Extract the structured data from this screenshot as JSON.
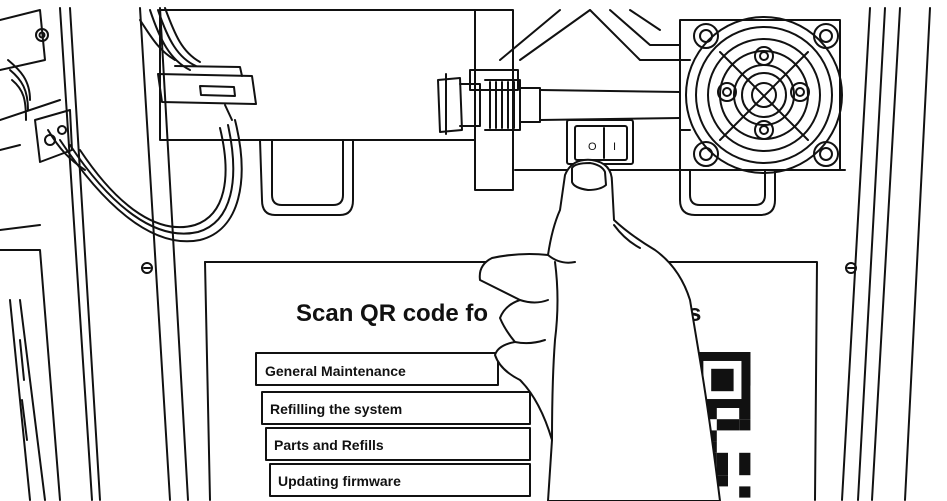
{
  "panel": {
    "title_left": "Scan QR code fo",
    "title_right": "eos"
  },
  "menu": {
    "items": [
      {
        "label": "General Maintenance"
      },
      {
        "label": "Refilling the system"
      },
      {
        "label": "Parts and Refills"
      },
      {
        "label": "Updating firmware"
      }
    ]
  },
  "switch": {
    "off_symbol": "O",
    "on_symbol": "I"
  },
  "colors": {
    "line": "#111111",
    "background": "#ffffff"
  }
}
